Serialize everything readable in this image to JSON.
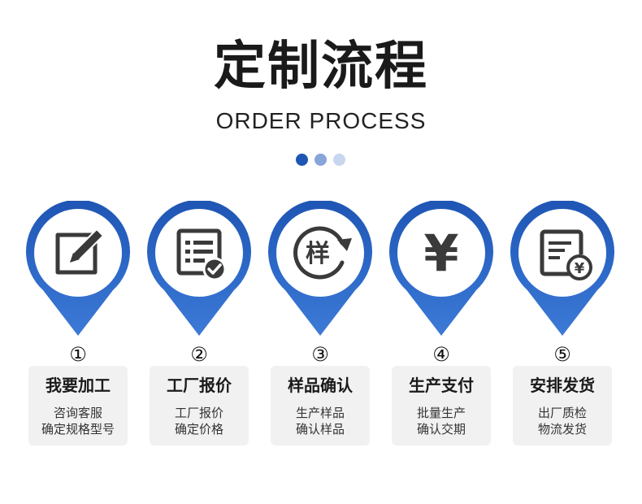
{
  "header": {
    "title": "定制流程",
    "subtitle": "ORDER PROCESS"
  },
  "colors": {
    "accent": "#1f55b4",
    "accent_light": "#3d7ad6",
    "dot_mid": "#88a5d9",
    "dot_light": "#c8d6ef",
    "card_bg": "#f1f1f1",
    "icon_gray": "#3a3a3a"
  },
  "steps": [
    {
      "number": "①",
      "title": "我要加工",
      "lines": [
        "咨询客服",
        "确定规格型号"
      ],
      "icon": "edit-icon"
    },
    {
      "number": "②",
      "title": "工厂报价",
      "lines": [
        "工厂报价",
        "确定价格"
      ],
      "icon": "checklist-icon"
    },
    {
      "number": "③",
      "title": "样品确认",
      "lines": [
        "生产样品",
        "确认样品"
      ],
      "icon": "sample-icon",
      "icon_text": "样"
    },
    {
      "number": "④",
      "title": "生产支付",
      "lines": [
        "批量生产",
        "确认交期"
      ],
      "icon": "yen-icon",
      "icon_text": "¥"
    },
    {
      "number": "⑤",
      "title": "安排发货",
      "lines": [
        "出厂质检",
        "物流发货"
      ],
      "icon": "invoice-icon",
      "icon_text": "¥"
    }
  ]
}
